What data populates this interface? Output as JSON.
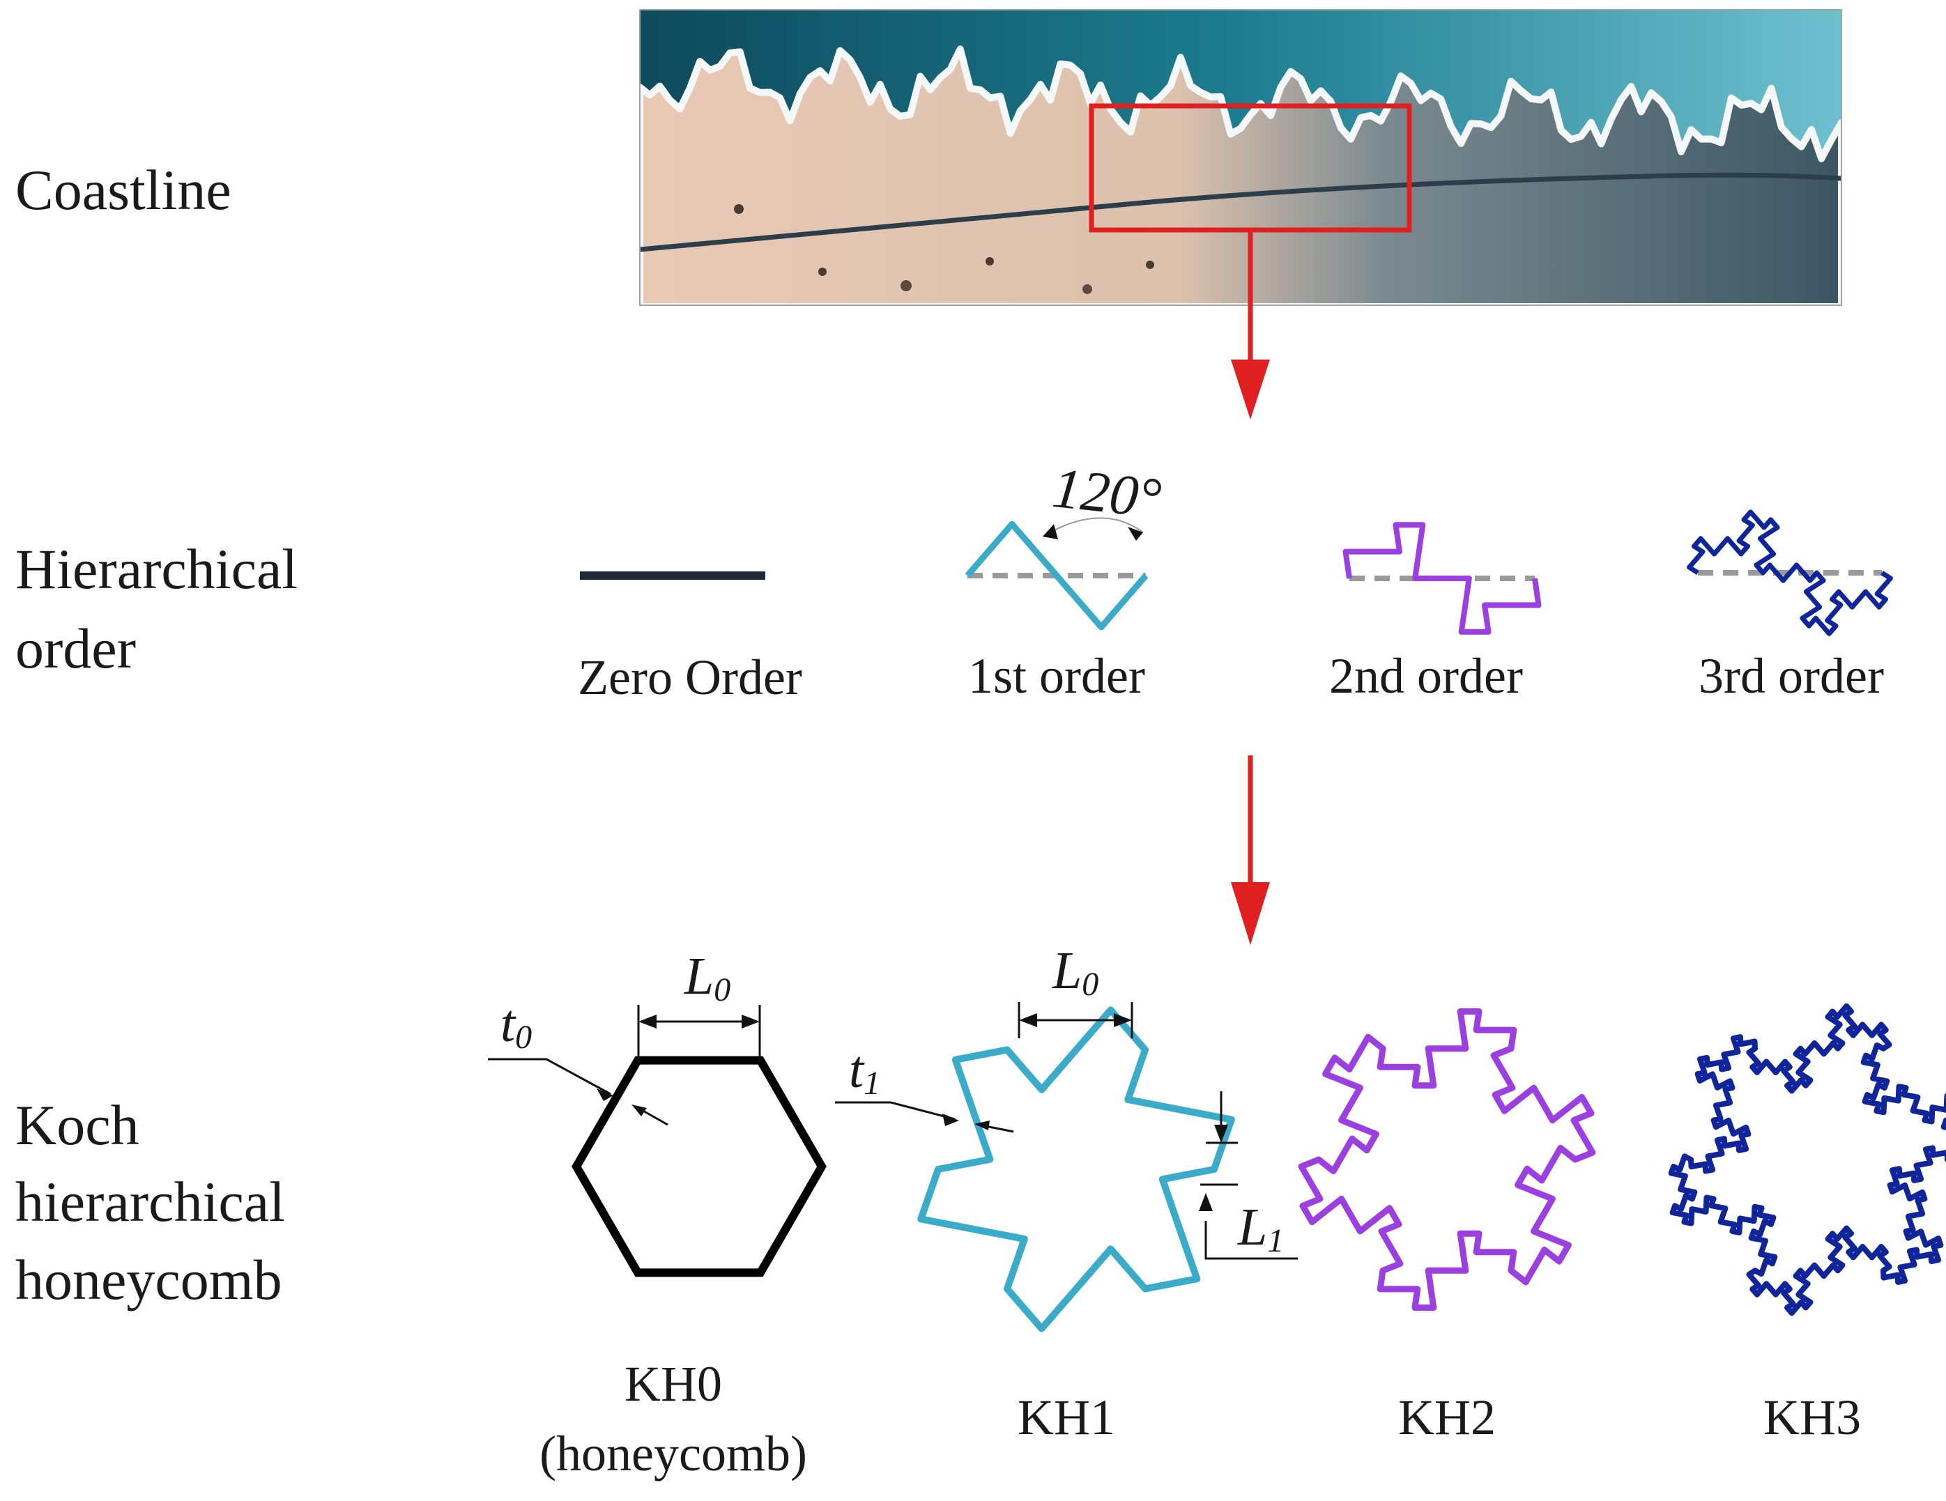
{
  "rows": {
    "coastline": {
      "label": "Coastline"
    },
    "hierarchical": {
      "line1": "Hierarchical",
      "line2": "order"
    },
    "koch": {
      "line1": "Koch",
      "line2": "hierarchical",
      "line3": "honeycomb"
    }
  },
  "angle_label": "120°",
  "orders": [
    {
      "label": "Zero Order",
      "color": "#1f2a36"
    },
    {
      "label": "1st order",
      "color": "#3aabc9"
    },
    {
      "label": "2nd order",
      "color": "#9b3fe0"
    },
    {
      "label": "3rd order",
      "color": "#10259a"
    }
  ],
  "cells": [
    {
      "name": "KH0",
      "subtitle": "(honeycomb)",
      "color": "#000000"
    },
    {
      "name": "KH1",
      "color": "#3aabc9"
    },
    {
      "name": "KH2",
      "color": "#9b3fe0"
    },
    {
      "name": "KH3",
      "color": "#10259a"
    }
  ],
  "dims": {
    "t0": {
      "base": "t",
      "sub": "0"
    },
    "L0": {
      "base": "L",
      "sub": "0"
    },
    "t1": {
      "base": "t",
      "sub": "1"
    },
    "L1": {
      "base": "L",
      "sub": "1"
    }
  },
  "arrow_color": "#e02020",
  "photo_icon": "aerial-coastline-photo"
}
